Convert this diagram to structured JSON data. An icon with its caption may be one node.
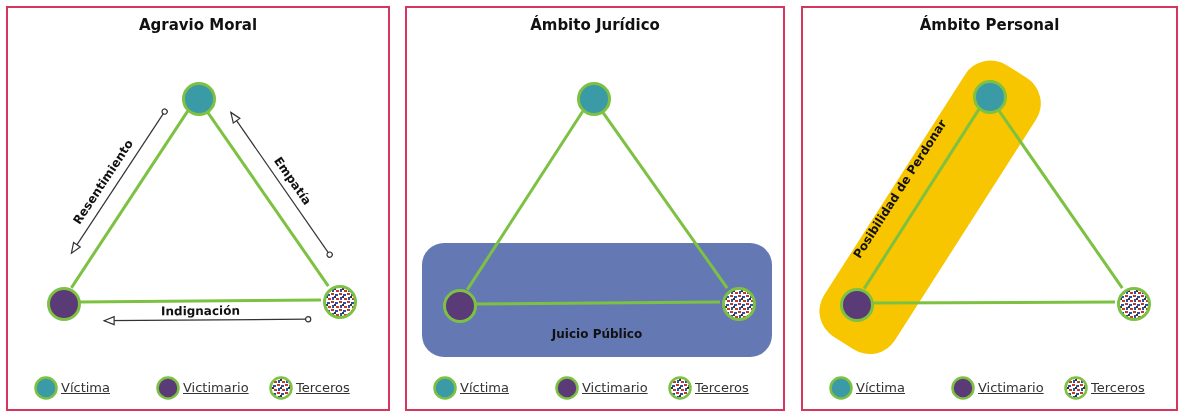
{
  "diagram": {
    "nodes": [
      {
        "text": [
          "Agravio Moral"
        ]
      },
      {
        "text": [],
        "shape": "circle",
        "in": 0
      },
      {
        "text": [],
        "shape": "circle",
        "in": 0
      },
      {
        "text": [],
        "shape": "circle",
        "in": 0
      },
      {
        "text": [
          "Ámbito Jurídico"
        ]
      },
      {
        "text": [],
        "shape": "circle",
        "in": 4
      },
      {
        "text": [
          "Juicio Público"
        ],
        "in": 4
      },
      {
        "text": [],
        "shape": "circle",
        "in": 6
      },
      {
        "text": [],
        "shape": "circle",
        "in": 6
      },
      {
        "text": [
          "Ámbito Personal"
        ]
      },
      {
        "text": [
          "Posibilidad de Perdonar"
        ],
        "in": 9
      },
      {
        "text": [],
        "shape": "circle",
        "in": 10
      },
      {
        "text": [],
        "shape": "circle",
        "in": 10
      },
      {
        "text": [],
        "shape": "circle",
        "in": 9
      }
    ],
    "edges": [
      {
        "from": 1,
        "to": 2,
        "arrow": "none"
      },
      {
        "from": 1,
        "to": 3,
        "arrow": "none"
      },
      {
        "from": 2,
        "to": 3,
        "arrow": "none"
      },
      {
        "from": 1,
        "to": 2,
        "arrow": "to",
        "label": "Resentimiento",
        "color": "#333333"
      },
      {
        "from": 3,
        "to": 1,
        "arrow": "to",
        "label": "Empatía",
        "color": "#333333"
      },
      {
        "from": 3,
        "to": 2,
        "arrow": "to",
        "label": "Indignación",
        "color": "#333333"
      },
      {
        "from": 5,
        "to": 7,
        "arrow": "none"
      },
      {
        "from": 5,
        "to": 8,
        "arrow": "none"
      },
      {
        "from": 7,
        "to": 8,
        "arrow": "none"
      },
      {
        "from": 11,
        "to": 12,
        "arrow": "none"
      },
      {
        "from": 11,
        "to": 13,
        "arrow": "none"
      },
      {
        "from": 12,
        "to": 13,
        "arrow": "none"
      }
    ],
    "legend": [
      {
        "text": "Víctima",
        "color": "#3a9aa6"
      },
      {
        "text": "Victimario",
        "color": "#5b3a78"
      },
      {
        "text": "Terceros"
      },
      {
        "text": "Víctima",
        "color": "#3a9aa6"
      },
      {
        "text": "Victimario",
        "color": "#5b3a78"
      },
      {
        "text": "Terceros"
      },
      {
        "text": "Víctima",
        "color": "#3a9aa6"
      },
      {
        "text": "Victimario",
        "color": "#5b3a78"
      },
      {
        "text": "Terceros"
      }
    ]
  }
}
